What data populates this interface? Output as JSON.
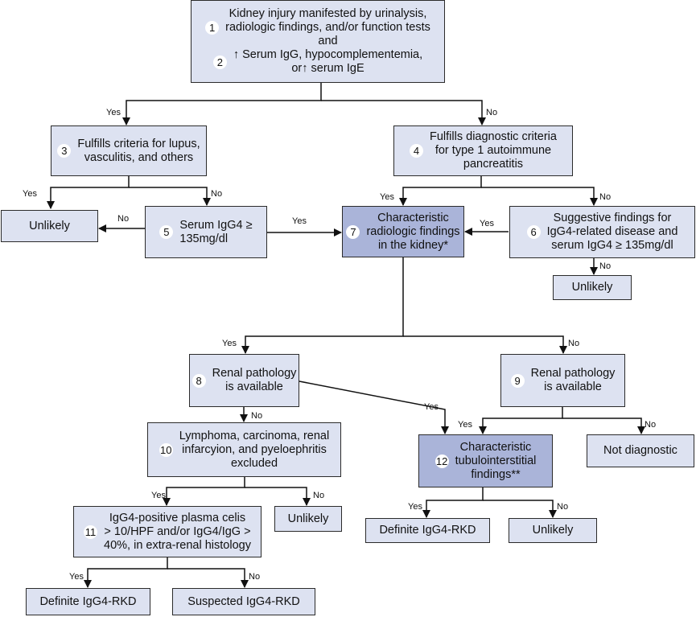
{
  "nodes": {
    "n1": {
      "num": "1",
      "text": "Kidney injury manifested by urinalysis,\nradiologic findings, and/or function tests\nand"
    },
    "n2": {
      "num": "2",
      "text": "↑ Serum IgG, hypocomplementemia,\nor↑ serum IgE"
    },
    "n3": {
      "num": "3",
      "text": "Fulfills criteria for lupus,\nvasculitis, and others"
    },
    "n4": {
      "num": "4",
      "text": "Fulfills diagnostic criteria\nfor type 1 autoimmune\npancreatitis"
    },
    "unlikely_a": {
      "text": "Unlikely"
    },
    "n5": {
      "num": "5",
      "text": "Serum IgG4 ≥\n135mg/dl"
    },
    "n7": {
      "num": "7",
      "text": "Characteristic\nradiologic findings\nin the kidney*"
    },
    "n6": {
      "num": "6",
      "text": "Suggestive findings for\nIgG4-related disease and\nserum IgG4 ≥ 135mg/dl"
    },
    "unlikely_b": {
      "text": "Unlikely"
    },
    "n8": {
      "num": "8",
      "text": "Renal pathology\nis available"
    },
    "n9": {
      "num": "9",
      "text": "Renal pathology\nis available"
    },
    "n10": {
      "num": "10",
      "text": "Lymphoma, carcinoma, renal\ninfarcyion, and pyeloephritis\nexcluded"
    },
    "n12": {
      "num": "12",
      "text": "Characteristic\ntubulointerstitial\nfindings**"
    },
    "not_diagnostic": {
      "text": "Not diagnostic"
    },
    "n11": {
      "num": "11",
      "text": "IgG4-positive plasma celis\n> 10/HPF and/or IgG4/IgG >\n40%, in extra-renal histology"
    },
    "unlikely_c": {
      "text": "Unlikely"
    },
    "definite_a": {
      "text": "Definite IgG4-RKD"
    },
    "unlikely_d": {
      "text": "Unlikely"
    },
    "definite_b": {
      "text": "Definite IgG4-RKD"
    },
    "suspected": {
      "text": "Suspected IgG4-RKD"
    }
  },
  "edge_labels": {
    "yes": "Yes",
    "no": "No"
  }
}
